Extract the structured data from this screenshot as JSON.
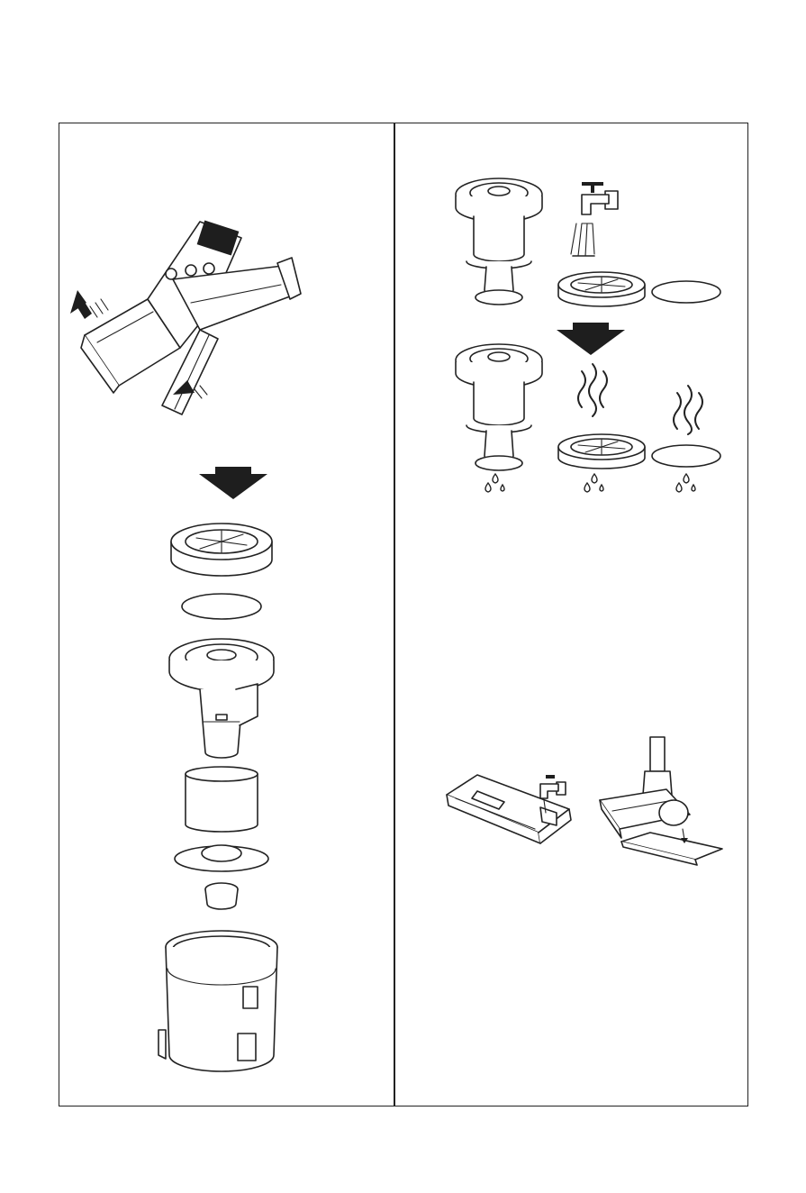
{
  "document": {
    "panels": [
      {
        "id": "left",
        "steps": [
          "release-dust-cup",
          "disassembled-filter-stack"
        ]
      },
      {
        "id": "right",
        "steps": [
          "wash-filters",
          "dry-filters",
          "clean-mop-pad"
        ]
      }
    ],
    "icons": [
      "arrow-down-icon",
      "water-tap-icon",
      "wavy-air-dry-icon",
      "water-drop-icon",
      "motion-arrow-icon"
    ],
    "colors": {
      "line": "#222222",
      "fill": "#ffffff",
      "arrow": "#1e1e1e"
    }
  }
}
